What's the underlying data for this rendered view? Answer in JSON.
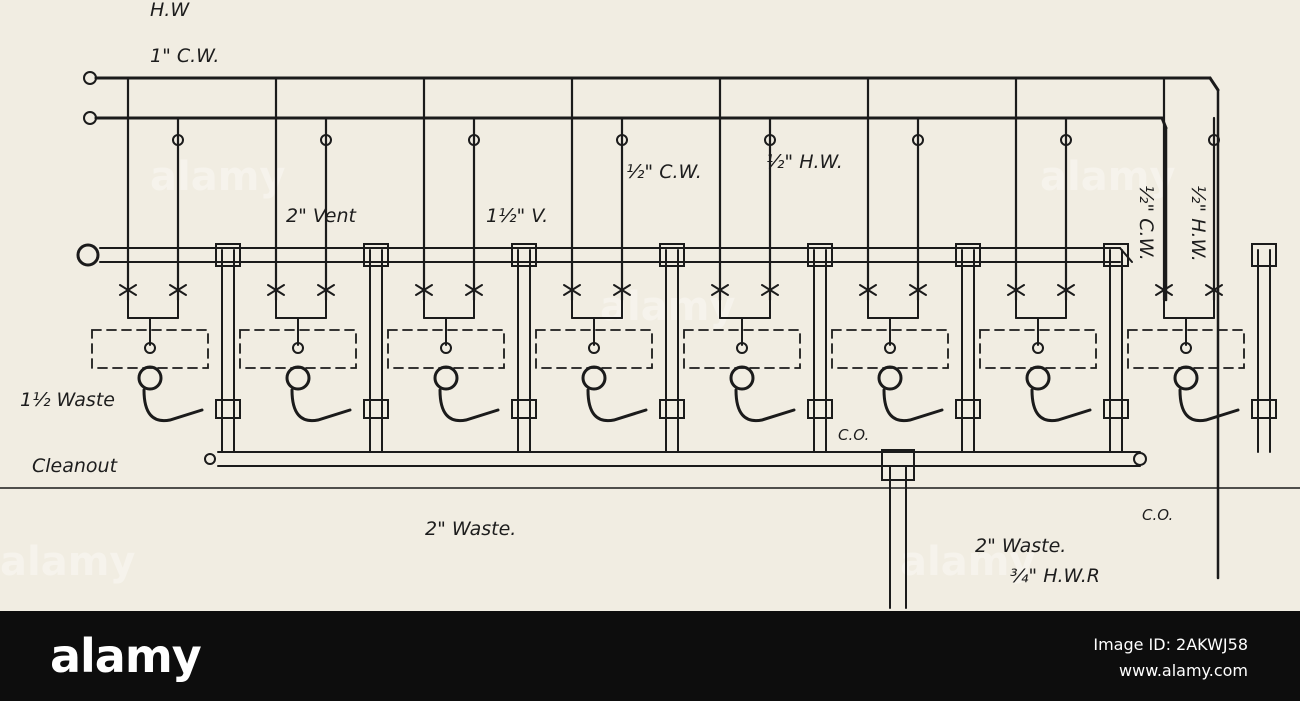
{
  "diagram": {
    "labels": {
      "hw_top": "H.W",
      "cw_1": "1\" C.W.",
      "vent_2": "2\" Vent",
      "v_1_5": "1½\" V.",
      "cw_half": "½\" C.W.",
      "hw_half": "½\" H.W.",
      "cw_half_right": "½\" C.W.",
      "hw_half_right": "½\" H.W.",
      "waste_1_5": "1½ Waste",
      "cleanout": "Cleanout",
      "co_center": "C.O.",
      "waste_2_main": "2\" Waste.",
      "co_right": "C.O.",
      "waste_2_right": "2\" Waste.",
      "hwr": "¾\" H.W.R"
    },
    "fixture_count": 8
  },
  "watermark": {
    "brand": "alamy"
  },
  "footer": {
    "brand": "alamy",
    "image_id": "Image ID: 2AKWJ58",
    "url": "www.alamy.com",
    "background": "#0d0d0d",
    "text_color": "#ffffff"
  }
}
